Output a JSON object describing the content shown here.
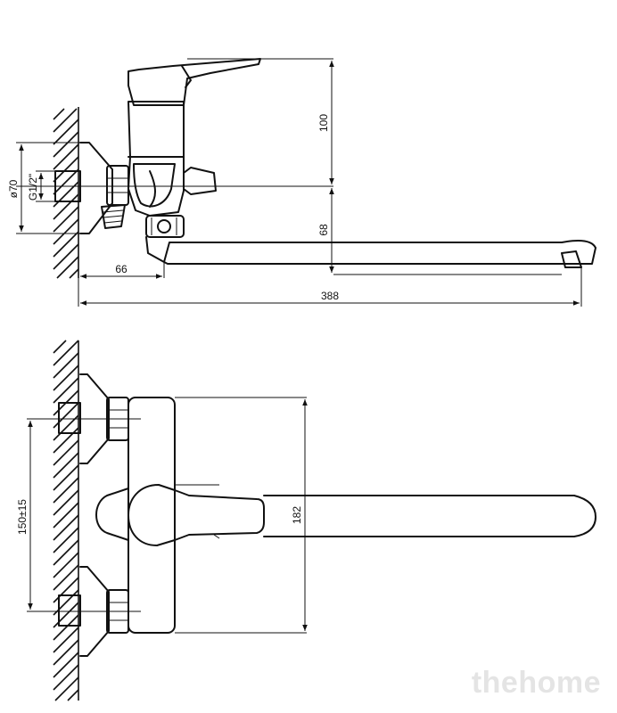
{
  "dimensions": {
    "height_handle": "100",
    "height_spout": "68",
    "offset_66": "66",
    "length_total": "388",
    "diameter_flange": "ø70",
    "thread": "G1/2\"",
    "center_distance": "150±15",
    "body_height": "182"
  },
  "watermark": "thehome"
}
